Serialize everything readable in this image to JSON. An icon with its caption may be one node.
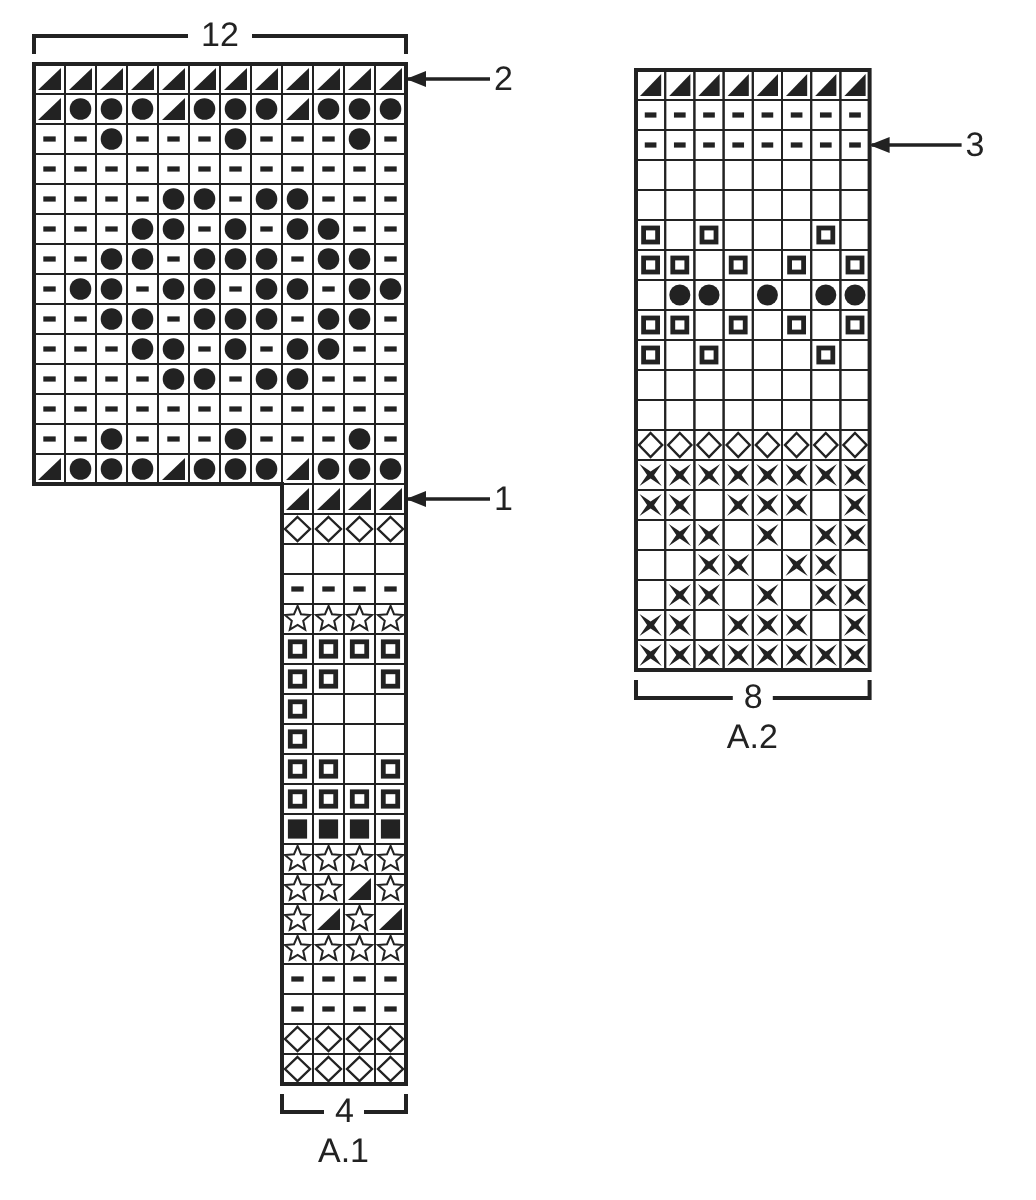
{
  "diagram": {
    "nodes": [
      {
        "text": [
          "2"
        ]
      },
      {
        "text": [
          "1"
        ]
      },
      {
        "text": [
          "3"
        ]
      },
      {
        "text": [],
        "shape": "box"
      },
      {
        "text": [],
        "shape": "box"
      }
    ],
    "edges": [
      {
        "from": 0,
        "to": 3,
        "arrow": "to"
      },
      {
        "from": 1,
        "to": 3,
        "arrow": "to"
      },
      {
        "from": 2,
        "to": 4,
        "arrow": "to"
      }
    ],
    "labels": [
      "12",
      "4",
      "A.1",
      "8",
      "A.2"
    ]
  }
}
